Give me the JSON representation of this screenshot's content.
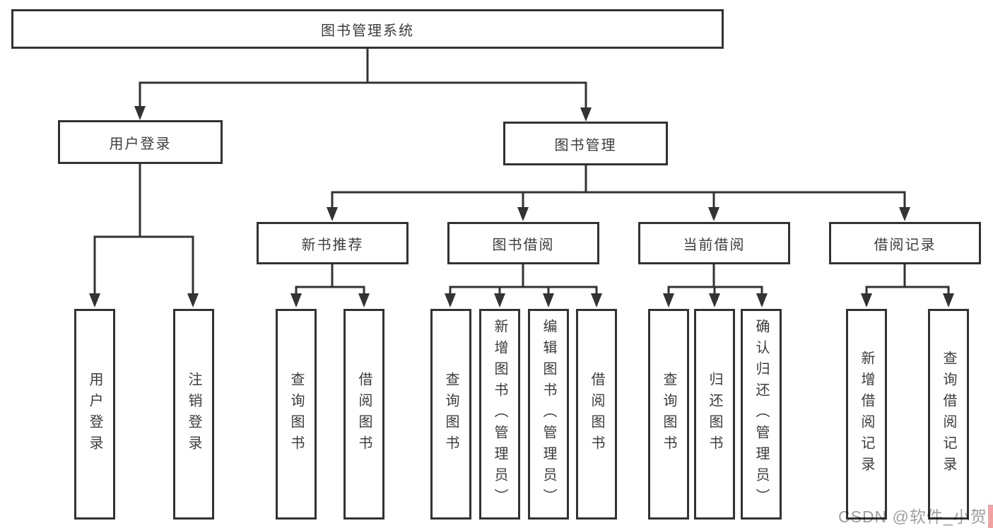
{
  "diagram": {
    "root": {
      "label": "图书管理系统"
    },
    "branches": {
      "user_login": {
        "label": "用户登录",
        "children": [
          {
            "label": "用户登录"
          },
          {
            "label": "注销登录"
          }
        ]
      },
      "book_management": {
        "label": "图书管理",
        "modules": [
          {
            "label": "新书推荐",
            "children": [
              {
                "label": "查询图书"
              },
              {
                "label": "借阅图书"
              }
            ]
          },
          {
            "label": "图书借阅",
            "children": [
              {
                "label": "查询图书"
              },
              {
                "label": "新增图书（管理员）"
              },
              {
                "label": "编辑图书（管理员）"
              },
              {
                "label": "借阅图书"
              }
            ]
          },
          {
            "label": "当前借阅",
            "children": [
              {
                "label": "查询图书"
              },
              {
                "label": "归还图书"
              },
              {
                "label": "确认归还（管理员）"
              }
            ]
          },
          {
            "label": "借阅记录",
            "children": [
              {
                "label": "新增借阅记录"
              },
              {
                "label": "查询借阅记录"
              }
            ]
          }
        ]
      }
    }
  },
  "watermark": {
    "text": "CSDN @软件_小贺同学"
  },
  "colors": {
    "background": "#ffffff",
    "line": "#333333",
    "box_border": "#323232",
    "text": "#3c3c3c",
    "watermark": "#9e9e9e",
    "corner_accent": "#f2a2a2"
  }
}
